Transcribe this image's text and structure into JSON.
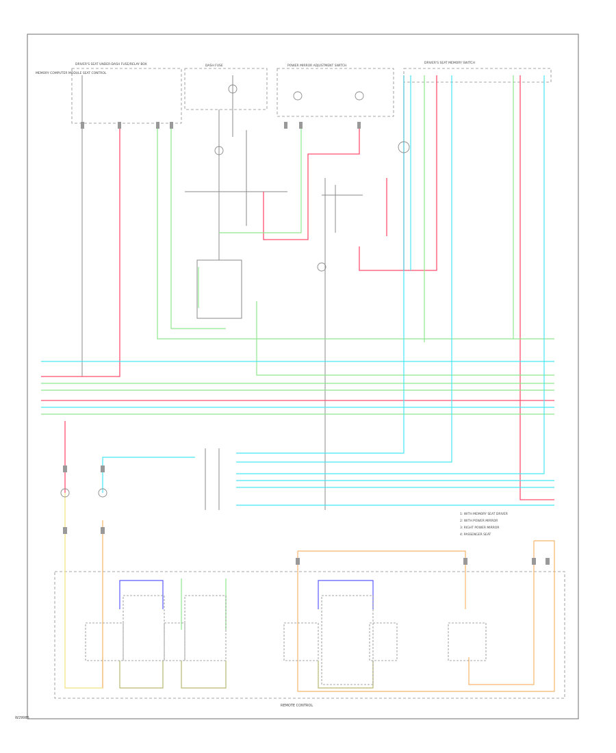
{
  "colors": {
    "border": "#6e6e6e",
    "wire_black": "#777777",
    "wire_red": "#ff4d6d",
    "wire_green": "#8ee88e",
    "wire_cyan": "#47e6f2",
    "wire_orange": "#f5b36a",
    "wire_yellow": "#f2e27a",
    "wire_blue": "#5a5aff",
    "wire_olive": "#b8b870",
    "wire_lime": "#7ae87a"
  },
  "labels": {
    "corner_code": "W29985",
    "bottom_box_label": "REMOTE CONTROL",
    "left_top_block": "MEMORY COMPUTER MODULE SEAT CONTROL",
    "top_block_1": "DRIVER'S SEAT UNDER-DASH FUSE/RELAY BOX",
    "top_block_2": "DASH FUSE",
    "top_block_3": "POWER MIRROR ADJUSTMENT SWITCH",
    "top_block_4": "DRIVER'S SEAT MEMORY SWITCH"
  },
  "legend_notes": [
    "1: WITH MEMORY SEAT DRIVER",
    "2: WITH POWER MIRROR",
    "3: RIGHT POWER MIRROR",
    "4: PASSENGER SEAT"
  ]
}
